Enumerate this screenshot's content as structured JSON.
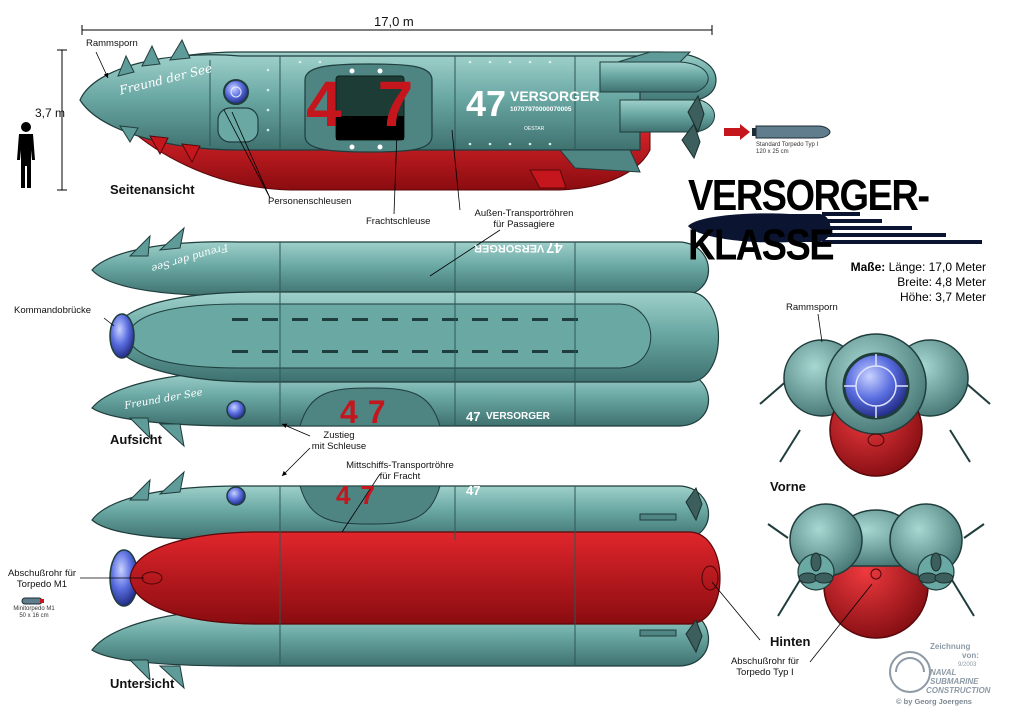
{
  "title": "VERSORGER-KLASSE",
  "overall_length": "17,0 m",
  "height_marker": "3,7 m",
  "hull": {
    "number": "47",
    "name": "VERSORGER",
    "serial": "10707970000070005",
    "side_script": "Freund der See",
    "small_mark": "OESTAR"
  },
  "views": {
    "side": "Seitenansicht",
    "top": "Aufsicht",
    "bottom": "Untersicht",
    "front": "Vorne",
    "rear": "Hinten"
  },
  "labels": {
    "ram_side": "Rammsporn",
    "ram_front": "Rammsporn",
    "person_locks": "Personenschleusen",
    "cargo_lock": "Frachtschleuse",
    "outer_tubes_1": "Außen-Transportröhren",
    "outer_tubes_2": "für Passagiere",
    "bridge": "Kommandobrücke",
    "entry_1": "Zustieg",
    "entry_2": "mit Schleuse",
    "mid_tube_1": "Mittschiffs-Transportröhre",
    "mid_tube_2": "für Fracht",
    "m1_tube_1": "Abschußrohr für",
    "m1_tube_2": "Torpedo M1",
    "minitorpedo": "Minitorpedo M1",
    "minitorpedo_size": "50 x 16 cm",
    "t1_tube_1": "Abschußrohr für",
    "t1_tube_2": "Torpedo Typ I",
    "torpedo": "Standard Torpedo Typ I",
    "torpedo_size": "120 x 25 cm"
  },
  "dimensions": {
    "heading": "Maße:",
    "length": "Länge: 17,0 Meter",
    "width": "Breite: 4,8 Meter",
    "height": "Höhe: 3,7 Meter"
  },
  "credits": {
    "drawing": "Zeichnung",
    "by": "von:",
    "date": "9/2003",
    "org_1": "NAVAL",
    "org_2": "SUBMARINE",
    "org_3": "CONSTRUCTION",
    "author": "© by Georg Joergens"
  },
  "colors": {
    "hull": "#5f9b99",
    "hull_light": "#8cc2bd",
    "hull_dark": "#2f5d5c",
    "red": "#c4161c",
    "red_dark": "#7e0b0f",
    "glass": "#5a6ee0",
    "white": "#ffffff"
  }
}
